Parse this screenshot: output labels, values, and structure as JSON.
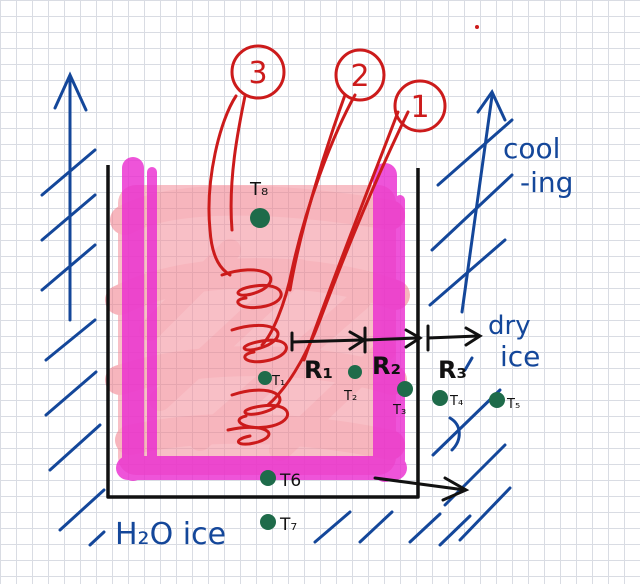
{
  "labels": {
    "coil_1": "1",
    "coil_2": "2",
    "coil_3": "3",
    "cooling_line1": "cool",
    "cooling_line2": "-ing",
    "dry_ice_line1": "dry",
    "dry_ice_line2": "ice",
    "h2o_ice": "H₂O ice",
    "r1": "R₁",
    "r2": "R₂",
    "r3": "R₃",
    "t1": "T₁",
    "t2": "T₂",
    "t3": "T₃",
    "t4": "T₄",
    "t5": "T₅",
    "t6": "T6",
    "t7": "T₇",
    "t8": "T₈"
  },
  "colors": {
    "blue_ink": "#14479a",
    "red_ink": "#cc1b1b",
    "black_ink": "#111111",
    "sensor_green": "#1e6b4a",
    "pink_fill": "#f38c98",
    "magenta_fill": "#ea2ad0"
  }
}
